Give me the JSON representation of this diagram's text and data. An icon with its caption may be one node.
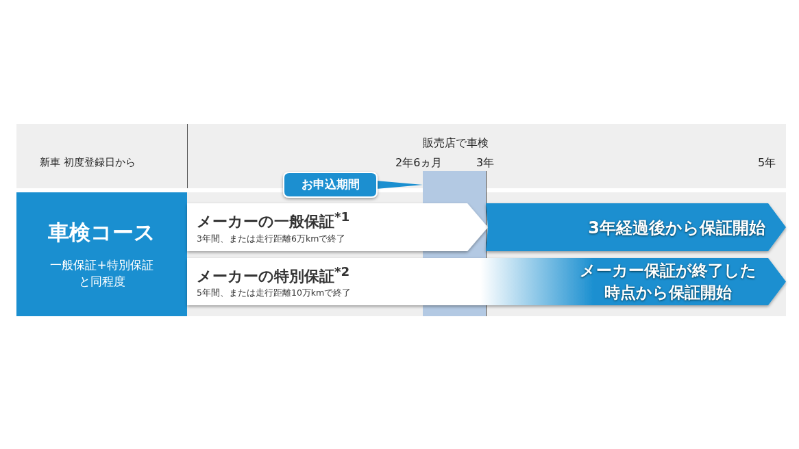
{
  "diagram": {
    "nodes": [
      {
        "text": [
          "車検コース",
          "一般保証+特別保証と同程度"
        ]
      },
      {
        "text": [
          "メーカーの一般保証$^{*1}$",
          "3年間、または走行距離6万kmで終了"
        ]
      },
      {
        "text": [
          "3年経過後から保証開始"
        ]
      },
      {
        "text": [
          "メーカーの特別保証$^{*2}$",
          "5年間、または走行距離10万kmで終了",
          "メーカー保証が終了した時点から保証開始"
        ]
      },
      {
        "text": [
          "お申込期間"
        ]
      },
      {
        "text": [],
        "shape": "bar"
      }
    ],
    "edges": [
      {
        "from": 4,
        "to": 5,
        "arrow": "none"
      }
    ],
    "labels": [
      "新車 初度登録日から",
      "販売店で車検",
      "2年6ヵ月",
      "3年",
      "5年"
    ]
  }
}
